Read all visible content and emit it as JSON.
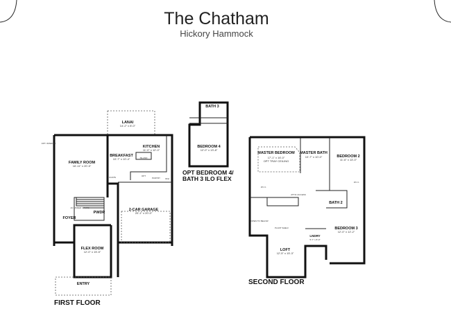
{
  "header": {
    "title": "The Chatham",
    "subtitle": "Hickory Hammock"
  },
  "first_floor": {
    "label": "FIRST FLOOR",
    "rooms": [
      {
        "name": "LANAI",
        "dim": "14'-2\" x 8'-0\""
      },
      {
        "name": "FAMILY ROOM",
        "dim": "16'-11\" x 20'-5\""
      },
      {
        "name": "BREAKFAST",
        "dim": "10'-7\" x 10'-4\""
      },
      {
        "name": "KITCHEN",
        "dim": "11'-0\" x 12'-0\""
      },
      {
        "name": "2-CAR GARAGE",
        "dim": "20'-1\" x 20'-0\""
      },
      {
        "name": "FOYER",
        "dim": ""
      },
      {
        "name": "PWDR",
        "dim": ""
      },
      {
        "name": "FLEX ROOM",
        "dim": "12'-0\" x 15'-5\""
      },
      {
        "name": "ENTRY",
        "dim": ""
      }
    ],
    "notes": {
      "opt_window": "OPT. WINDOW",
      "island": "ISLAND",
      "pantry": "PANTRY",
      "coats": "COATS",
      "opt": "OPT",
      "wh": "W/H",
      "ac": "AC UNDER STAIRS"
    }
  },
  "optional": {
    "label_line1": "OPT BEDROOM 4/",
    "label_line2": "BATH 3 ILO FLEX",
    "rooms": [
      {
        "name": "BATH 3",
        "dim": ""
      },
      {
        "name": "BEDROOM 4",
        "dim": "12'-0\" x 13'-8\""
      }
    ]
  },
  "second_floor": {
    "label": "SECOND FLOOR",
    "rooms": [
      {
        "name": "MASTER BEDROOM",
        "dim": "17'-1\" x 16'-0\"",
        "note": "OPT TRAY CEILING"
      },
      {
        "name": "MASTER BATH",
        "dim": "10'-7\" x 10'-0\""
      },
      {
        "name": "BEDROOM 2",
        "dim": "11'-6\" x 13'-0\""
      },
      {
        "name": "BATH 2",
        "dim": ""
      },
      {
        "name": "BEDROOM 3",
        "dim": "12'-0\" x 12'-2\""
      },
      {
        "name": "LNDRY",
        "dim": "5'-7\" x 8'-0\""
      },
      {
        "name": "LOFT",
        "dim": "12'-5\" x 15'-3\""
      }
    ],
    "notes": {
      "wic": "W.I.C.",
      "open": "OPEN TO BELOW",
      "plant": "PLANT SHELF",
      "attic": "ATTIC ACCESS"
    }
  }
}
